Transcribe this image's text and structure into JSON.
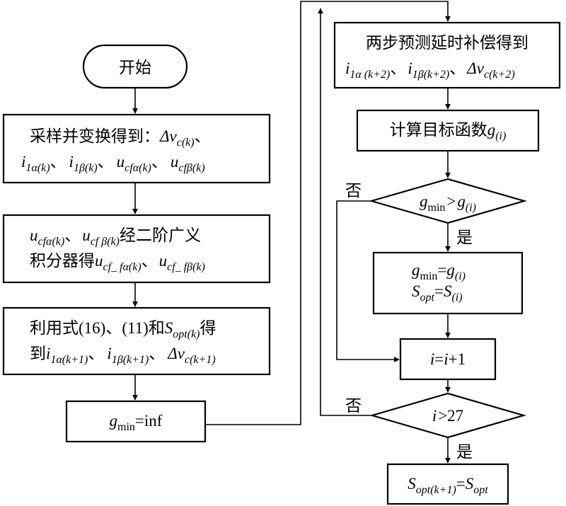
{
  "nodes": {
    "start": "开始",
    "sample": {
      "prefix": "采样并变换得到：",
      "delta_v": "Δv",
      "sub_c": "c",
      "sub_k": "(k)",
      "sep": "、",
      "i": "i",
      "sub_1a_k": "1α(k)",
      "sub_1b_k": "1β(k)",
      "u": "u",
      "sub_cfa_k": "cfα(k)",
      "sub_cfb_k": "cfβ(k)"
    },
    "integrator": {
      "u": "u",
      "sub_cfa_k": "cfα(k)",
      "sub_cfb_k": "cf β(k)",
      "sep": "、",
      "text1": "经二阶广义",
      "text2": "积分器得",
      "sub_cf_fa_k": "cf_ fα(k)",
      "sub_cf_fb_k": "cf_ fβ(k)"
    },
    "predict1": {
      "text1": "利用式(16)、(11)和",
      "S": "S",
      "sub_opt_k": "opt(k)",
      "de": "得",
      "dao": "到",
      "i": "i",
      "sub_1a_k1": "1α(k+1)",
      "sub_1b_k1": "1β(k+1)",
      "sep": "、",
      "delta_v": "Δv",
      "sub_c_k1": "c(k+1)"
    },
    "gmin_init": {
      "g": "g",
      "sub_min": "min",
      "rest": "=inf"
    },
    "predict2": {
      "text": "两步预测延时补偿得到",
      "i": "i",
      "sub_1a_k2": "1α (k+2)",
      "sub_1b_k2": "1β(k+2)",
      "sep": "、",
      "delta_v": "Δv",
      "sub_c_k2": "c(k+2)"
    },
    "objective": {
      "text": "计算目标函数",
      "g": "g",
      "sub_i": "(i)"
    },
    "compare": {
      "g": "g",
      "sub_min": "min",
      "op": ">",
      "g2": "g",
      "sub_i": "(i)"
    },
    "update": {
      "g": "g",
      "sub_min": "min",
      "eq": "=",
      "g2": "g",
      "sub_i": "(i)",
      "S": "S",
      "sub_opt": "opt",
      "eq2": "=",
      "S2": "S",
      "sub_i2": "(i)"
    },
    "increment": {
      "i": "i",
      "eq": "=",
      "i2": "i",
      "rest": "+1"
    },
    "loop_check": {
      "i": "i",
      "op": ">27"
    },
    "output": {
      "S": "S",
      "sub_opt_k1": "opt(k+1)",
      "eq": "=",
      "S2": "S",
      "sub_opt": "opt"
    }
  },
  "labels": {
    "no": "否",
    "yes": "是"
  }
}
